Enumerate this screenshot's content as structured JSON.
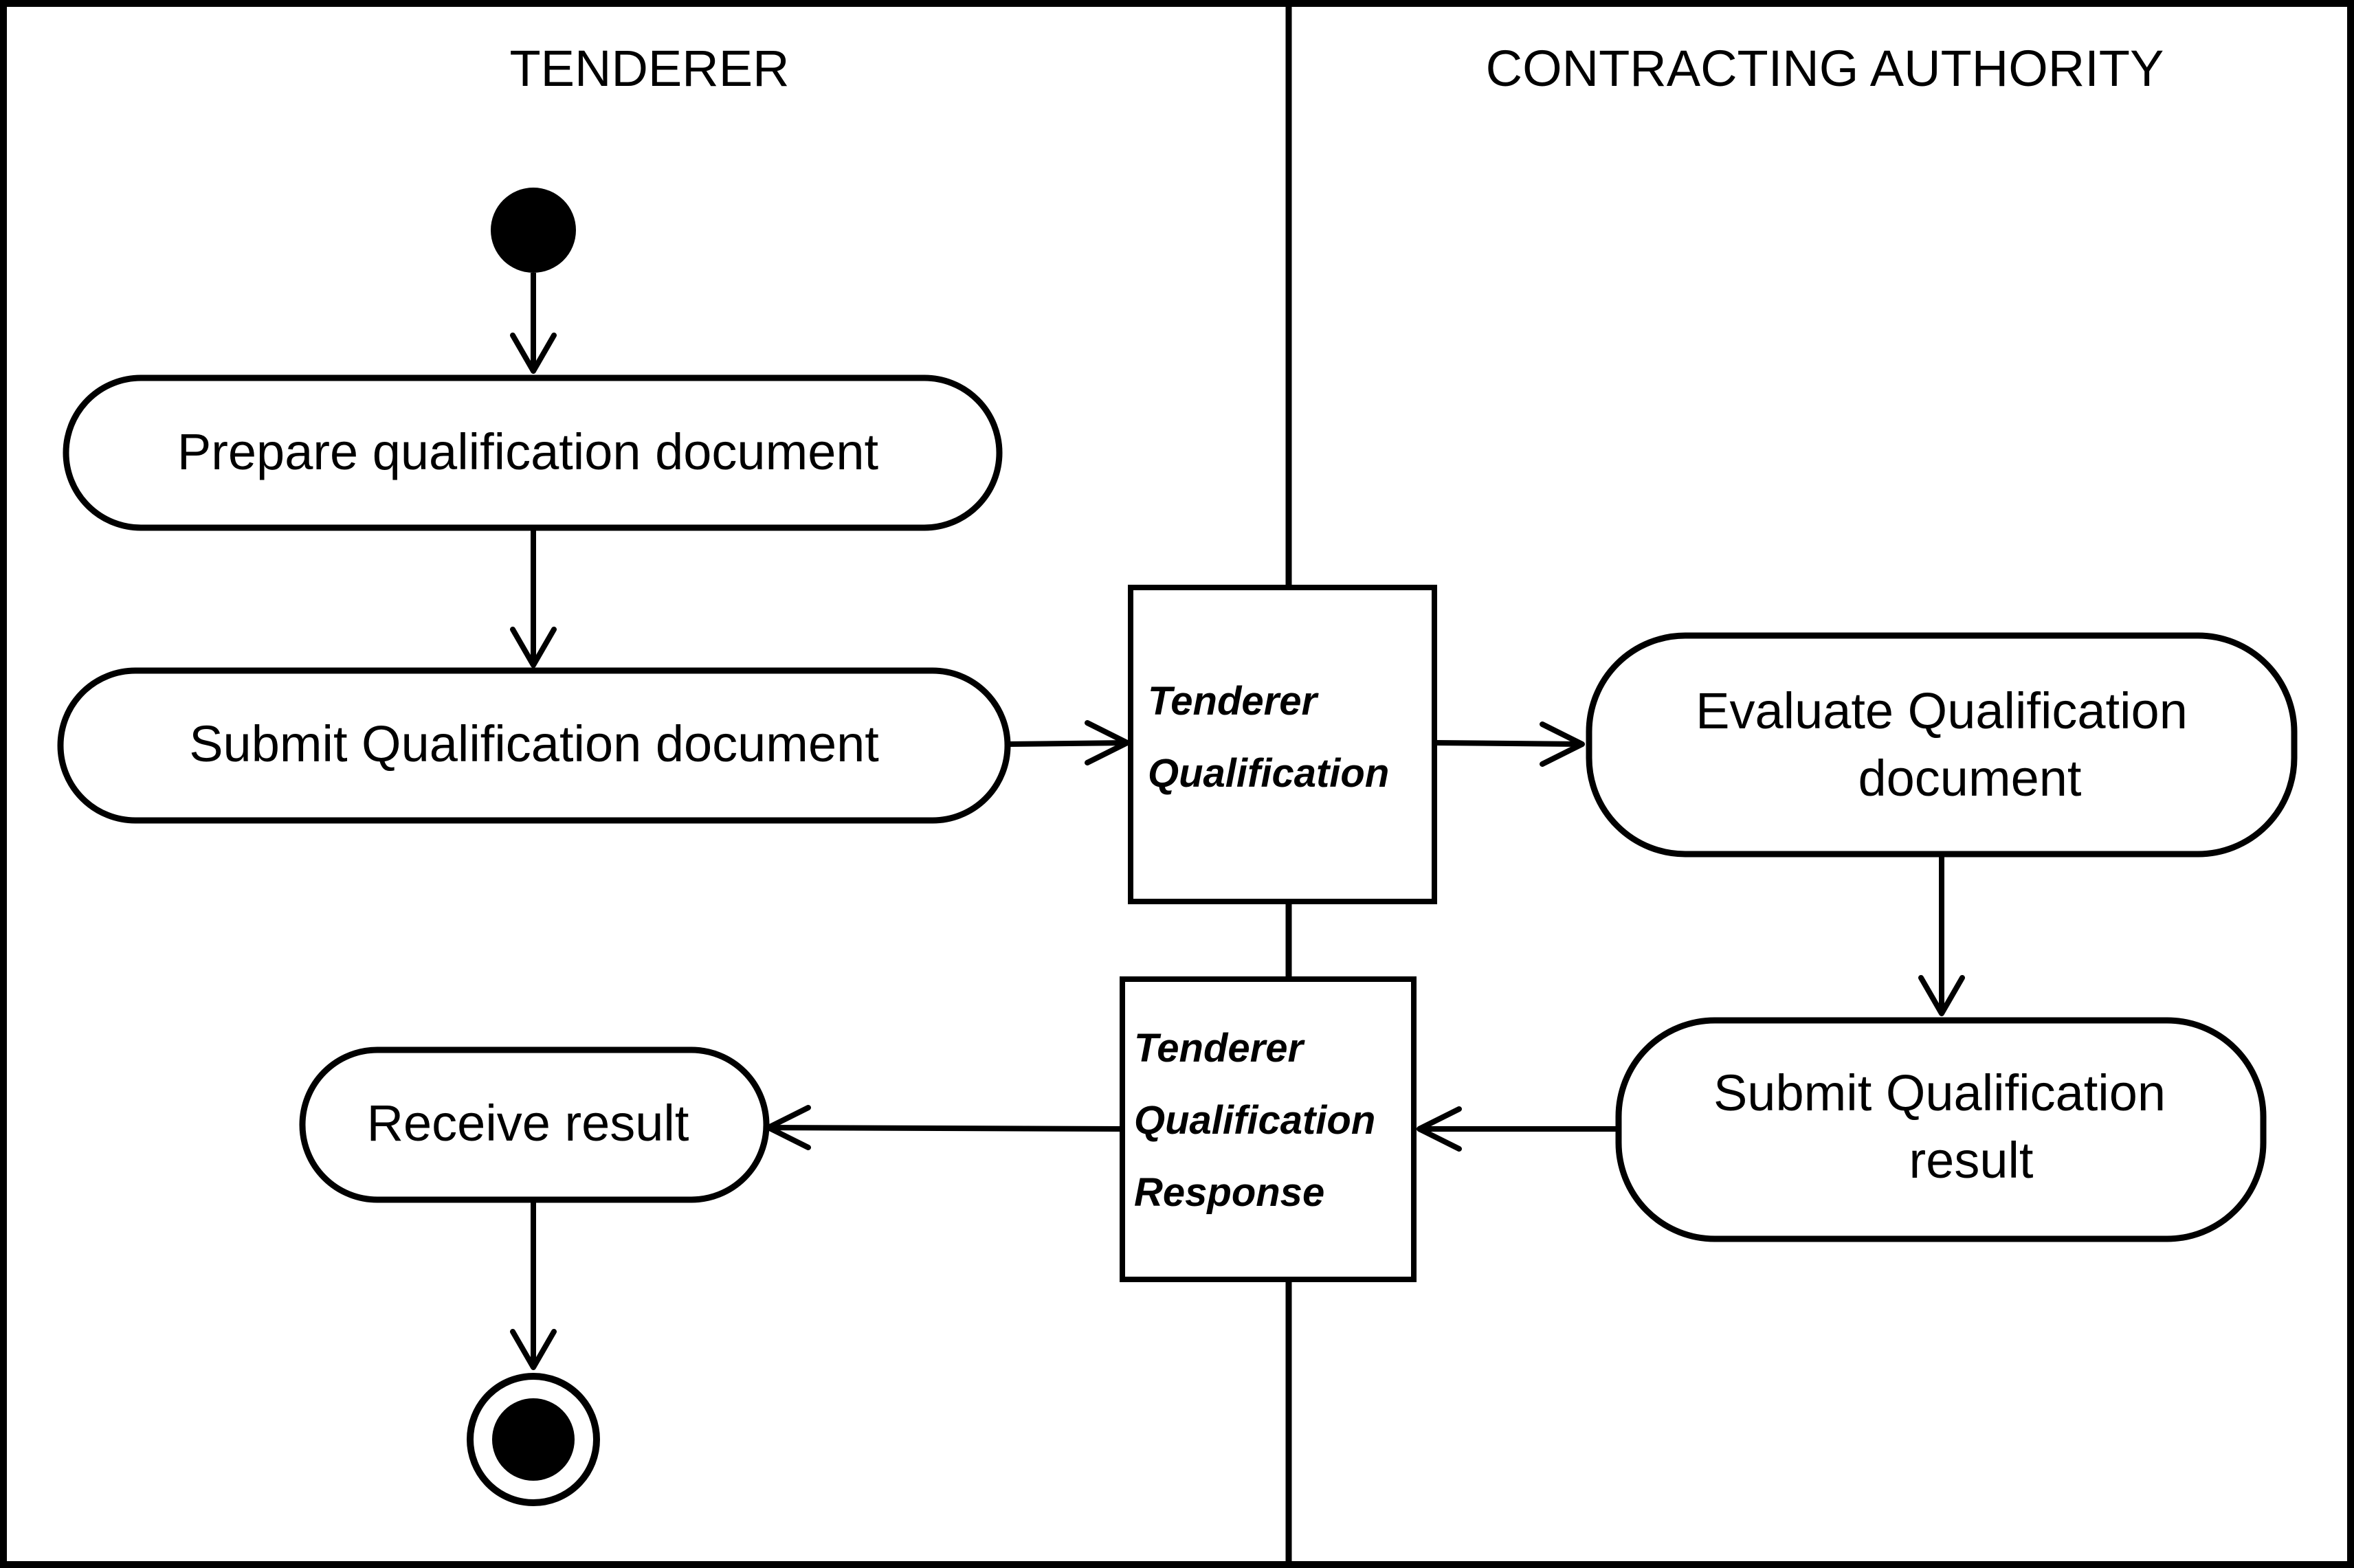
{
  "lanes": {
    "left": "TENDERER",
    "right": "CONTRACTING AUTHORITY"
  },
  "activities": {
    "prepare": "Prepare qualification document",
    "submit_doc": "Submit Qualification document",
    "evaluate_line1": "Evaluate  Qualification",
    "evaluate_line2": "document",
    "submit_result_line1": "Submit Qualification",
    "submit_result_line2": "result",
    "receive": "Receive result"
  },
  "objects": {
    "qualification_line1": "Tenderer",
    "qualification_line2": "Qualification",
    "response_line1": "Tenderer",
    "response_line2": "Qualification",
    "response_line3": "Response"
  }
}
